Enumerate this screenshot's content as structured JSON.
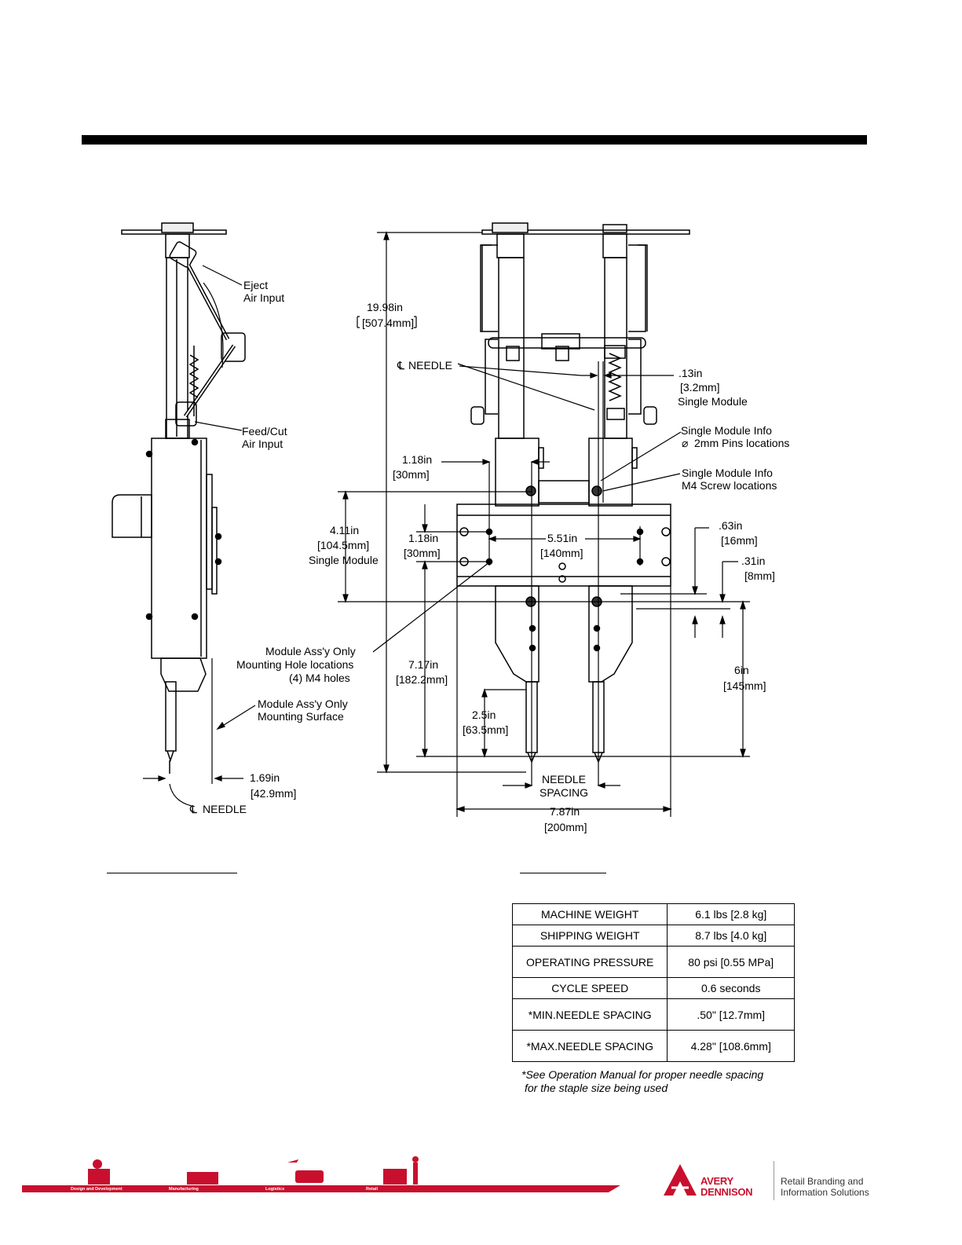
{
  "labels": {
    "eject": "Eject",
    "eject_air": "Air Input",
    "feedcut": "Feed/Cut",
    "feedcut_air": "Air Input",
    "module_surface_1": "Module Ass'y Only",
    "module_surface_2": "Mounting Surface",
    "left_offset_in": "1.69in",
    "left_offset_mm": "42.9mm",
    "left_needle": "NEEDLE",
    "height_in": "19.98in",
    "height_mm": "507.4mm",
    "center_needle": "NEEDLE",
    "pin_offset_in": ".13in",
    "pin_offset_mm": "3.2mm",
    "pin_offset_note": "Single Module",
    "pins_info_1": "Single Module Info",
    "pins_info_2": "2mm Pins locations",
    "screws_info_1": "Single Module Info",
    "screws_info_2": "M4 Screw locations",
    "top_offset_in": "1.18in",
    "top_offset_mm": "30mm",
    "module_h_in": "4.11in",
    "module_h_mm": "104.5mm",
    "module_h_note": "Single Module",
    "hole_offset_in": "1.18in",
    "hole_offset_mm": "30mm",
    "hole_spacing_in": "5.51in",
    "hole_spacing_mm": "140mm",
    "dim_063_in": ".63in",
    "dim_063_mm": "16mm",
    "dim_031_in": ".31in",
    "dim_031_mm": "8mm",
    "holes_1": "Module Ass'y Only",
    "holes_2": "Mounting Hole locations",
    "holes_3": "(4) M4 holes",
    "dim_717_in": "7.17in",
    "dim_717_mm": "182.2mm",
    "dim_6_in": "6in",
    "dim_6_mm": "145mm",
    "dim_25_in": "2.5in",
    "dim_25_mm": "63.5mm",
    "needle_spacing_1": "NEEDLE",
    "needle_spacing_2": "SPACING",
    "width_in": "7.87in",
    "width_mm": "200mm"
  },
  "specs": [
    {
      "name": "MACHINE WEIGHT",
      "value": "6.1 lbs [2.8 kg]"
    },
    {
      "name": "SHIPPING WEIGHT",
      "value": "8.7 lbs [4.0 kg]"
    },
    {
      "name": "OPERATING PRESSURE",
      "value": "80 psi [0.55 MPa]"
    },
    {
      "name": "CYCLE SPEED",
      "value": "0.6 seconds"
    },
    {
      "name": "*MIN.NEEDLE SPACING",
      "value": ".50\" [12.7mm]"
    },
    {
      "name": "*MAX.NEEDLE SPACING",
      "value": "4.28\" [108.6mm]"
    }
  ],
  "note_line1": "*See Operation Manual for proper needle spacing",
  "note_line2": "for the staple size being used",
  "footer": {
    "categories": [
      "Design and Development",
      "Manufacturing",
      "Logistics",
      "Retail"
    ],
    "logo_line1": "AVERY",
    "logo_line2": "DENNISON",
    "tagline_1": "Retail Branding and",
    "tagline_2": "Information Solutions",
    "brand_color": "#c8102e"
  }
}
